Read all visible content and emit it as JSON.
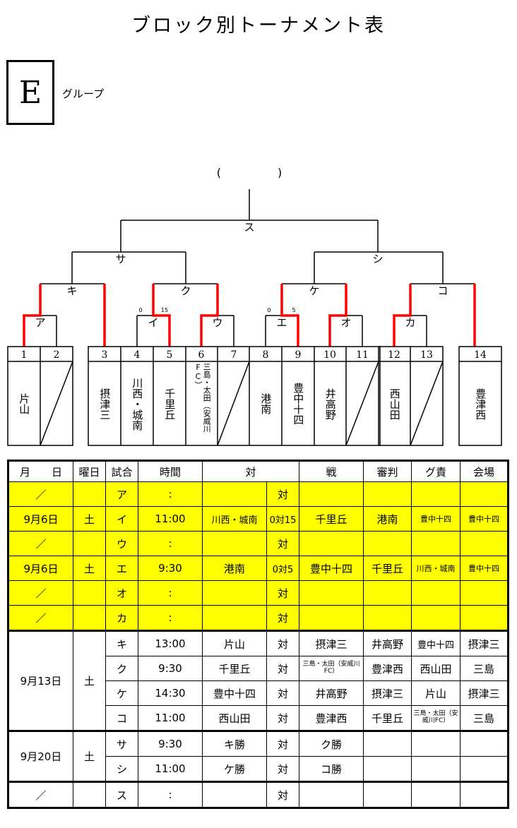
{
  "title": "ブロック別トーナメント表",
  "group": {
    "letter": "E",
    "suffix": "グループ"
  },
  "bracket": {
    "final_paren": "(　　　　　)",
    "final": "ス",
    "semis": [
      "サ",
      "シ"
    ],
    "quarters": [
      "キ",
      "ク",
      "ケ",
      "コ"
    ],
    "first_round": [
      "ア",
      "イ",
      "ウ",
      "エ",
      "オ",
      "カ"
    ],
    "scores": {
      "i_left": "0",
      "i_right": "15",
      "e_left": "0",
      "e_right": "5"
    },
    "slots": [
      {
        "no": "1",
        "team": "片山"
      },
      {
        "no": "2",
        "team": ""
      },
      {
        "no": "3",
        "team": "摂津三"
      },
      {
        "no": "4",
        "team": "川西・城南"
      },
      {
        "no": "5",
        "team": "千里丘"
      },
      {
        "no": "6",
        "team": "三島・太田（安威川FC）"
      },
      {
        "no": "7",
        "team": ""
      },
      {
        "no": "8",
        "team": "港南"
      },
      {
        "no": "9",
        "team": "豊中十四"
      },
      {
        "no": "10",
        "team": "井高野"
      },
      {
        "no": "11",
        "team": ""
      },
      {
        "no": "12",
        "team": "西山田"
      },
      {
        "no": "13",
        "team": ""
      },
      {
        "no": "14",
        "team": "豊津西"
      }
    ],
    "colors": {
      "winner_line": "#ff0000",
      "line": "#000000"
    }
  },
  "schedule": {
    "headers": [
      "月　　日",
      "曜日",
      "試合",
      "時間",
      "対",
      "戦",
      "審判",
      "グ責",
      "会場"
    ],
    "rows": [
      {
        "date": "／",
        "day": "",
        "match": "ア",
        "time": ":",
        "home": "",
        "vs": "対",
        "away": "",
        "ref": "",
        "resp": "",
        "venue": ""
      },
      {
        "date": "9月6日",
        "day": "土",
        "match": "イ",
        "time": "11:00",
        "home": "川西・城南",
        "vs": "0対15",
        "away": "千里丘",
        "ref": "港南",
        "resp": "豊中十四",
        "venue": "豊中十四"
      },
      {
        "date": "／",
        "day": "",
        "match": "ウ",
        "time": ":",
        "home": "",
        "vs": "対",
        "away": "",
        "ref": "",
        "resp": "",
        "venue": ""
      },
      {
        "date": "9月6日",
        "day": "土",
        "match": "エ",
        "time": "9:30",
        "home": "港南",
        "vs": "0対5",
        "away": "豊中十四",
        "ref": "千里丘",
        "resp": "川西・城南",
        "venue": "豊中十四"
      },
      {
        "date": "／",
        "day": "",
        "match": "オ",
        "time": ":",
        "home": "",
        "vs": "対",
        "away": "",
        "ref": "",
        "resp": "",
        "venue": ""
      },
      {
        "date": "／",
        "day": "",
        "match": "カ",
        "time": ":",
        "home": "",
        "vs": "対",
        "away": "",
        "ref": "",
        "resp": "",
        "venue": ""
      }
    ],
    "block2": {
      "date": "9月13日",
      "day": "土",
      "rows": [
        {
          "match": "キ",
          "time": "13:00",
          "home": "片山",
          "vs": "対",
          "away": "摂津三",
          "ref": "井高野",
          "resp": "豊中十四",
          "venue": "摂津三"
        },
        {
          "match": "ク",
          "time": "9:30",
          "home": "千里丘",
          "vs": "対",
          "away": "三島・太田（安威川FC）",
          "ref": "豊津西",
          "resp": "西山田",
          "venue": "三島"
        },
        {
          "match": "ケ",
          "time": "14:30",
          "home": "豊中十四",
          "vs": "対",
          "away": "井高野",
          "ref": "摂津三",
          "resp": "片山",
          "venue": "摂津三"
        },
        {
          "match": "コ",
          "time": "11:00",
          "home": "西山田",
          "vs": "対",
          "away": "豊津西",
          "ref": "千里丘",
          "resp": "三島・太田（安威川FC）",
          "venue": "三島"
        }
      ]
    },
    "block3": {
      "date": "9月20日",
      "day": "土",
      "rows": [
        {
          "match": "サ",
          "time": "9:30",
          "home": "キ勝",
          "vs": "対",
          "away": "ク勝",
          "ref": "",
          "resp": "",
          "venue": ""
        },
        {
          "match": "シ",
          "time": "11:00",
          "home": "ケ勝",
          "vs": "対",
          "away": "コ勝",
          "ref": "",
          "resp": "",
          "venue": ""
        }
      ]
    },
    "final_row": {
      "date": "／",
      "day": "",
      "match": "ス",
      "time": ":",
      "home": "",
      "vs": "対",
      "away": "",
      "ref": "",
      "resp": "",
      "venue": ""
    },
    "highlight_color": "#ffff00"
  }
}
